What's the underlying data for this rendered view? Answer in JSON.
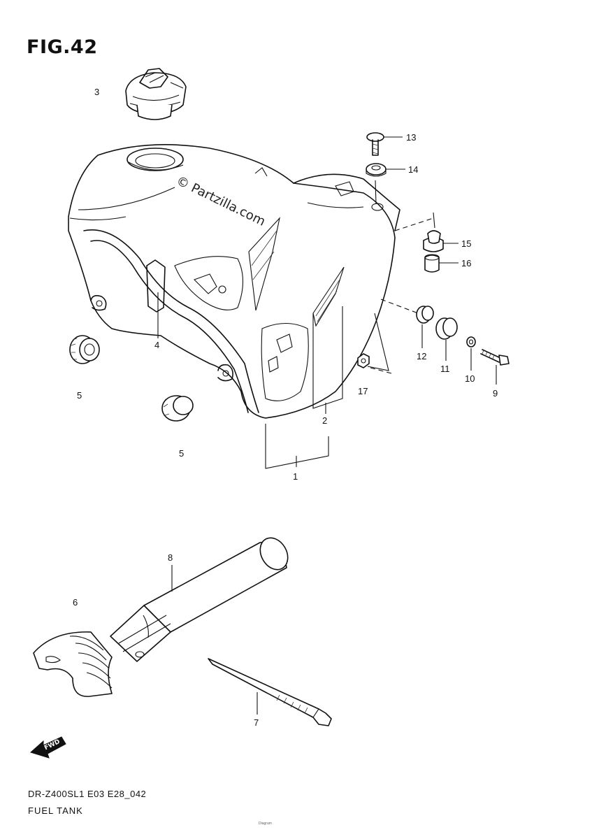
{
  "figure": {
    "title": "FIG.42",
    "watermark": "© Partzilla.com",
    "model_code": "DR-Z400SL1 E03 E28_042",
    "section_name": "FUEL TANK",
    "fwd_label": "FWD",
    "fine_print": "Diagram"
  },
  "callouts": [
    {
      "id": "c1",
      "label": "1"
    },
    {
      "id": "c2",
      "label": "2"
    },
    {
      "id": "c3",
      "label": "3"
    },
    {
      "id": "c4",
      "label": "4"
    },
    {
      "id": "c5a",
      "label": "5"
    },
    {
      "id": "c5b",
      "label": "5"
    },
    {
      "id": "c6",
      "label": "6"
    },
    {
      "id": "c7",
      "label": "7"
    },
    {
      "id": "c8",
      "label": "8"
    },
    {
      "id": "c9",
      "label": "9"
    },
    {
      "id": "c10",
      "label": "10"
    },
    {
      "id": "c11",
      "label": "11"
    },
    {
      "id": "c12",
      "label": "12"
    },
    {
      "id": "c13",
      "label": "13"
    },
    {
      "id": "c14",
      "label": "14"
    },
    {
      "id": "c15",
      "label": "15"
    },
    {
      "id": "c16",
      "label": "16"
    },
    {
      "id": "c17",
      "label": "17"
    }
  ]
}
